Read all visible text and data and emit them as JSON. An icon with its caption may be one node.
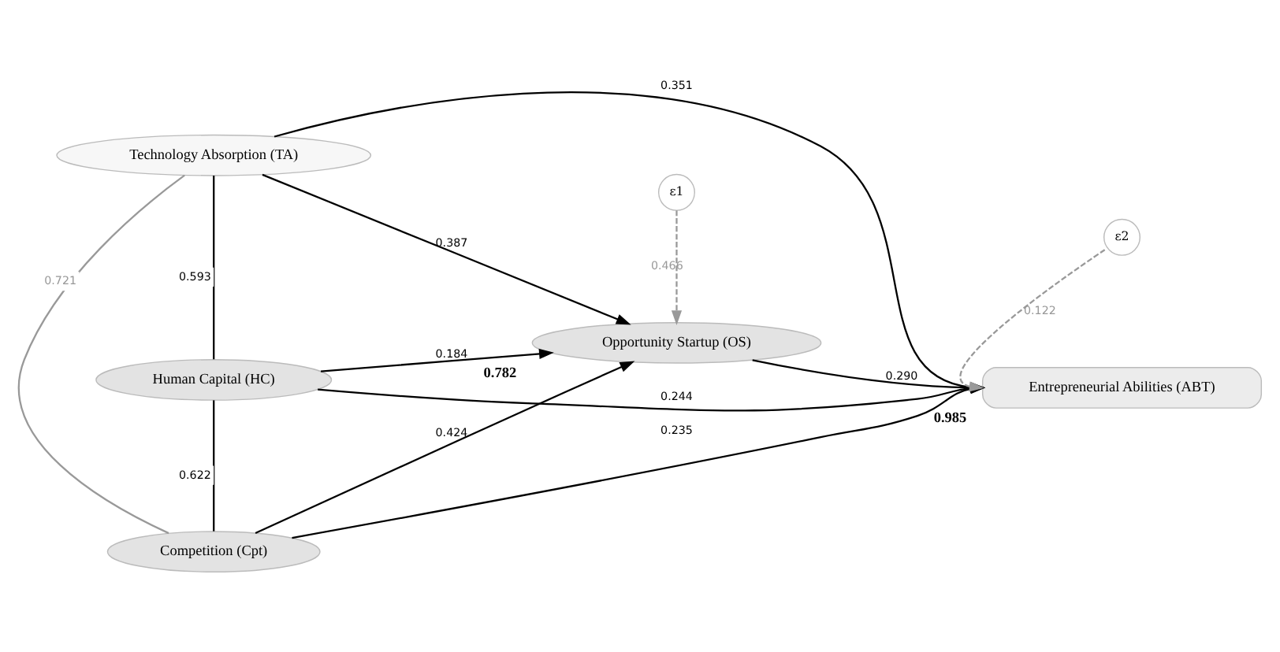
{
  "diagram": {
    "nodes": [
      {
        "text": [
          "Technology Absorption (TA)"
        ]
      },
      {
        "text": [
          "Human Capital (HC)"
        ]
      },
      {
        "text": [
          "Competition (Cpt)"
        ]
      },
      {
        "text": [
          "Opportunity Startup (OS)"
        ],
        "beside": [
          "0.782"
        ]
      },
      {
        "text": [
          "Entrepreneurial Abilities (ABT)"
        ],
        "beside": [
          "0.985"
        ]
      },
      {
        "text": [
          "ε1"
        ]
      },
      {
        "text": [
          "ε2"
        ]
      }
    ],
    "edges": [
      {
        "from": 0,
        "to": 1,
        "arrow": "none",
        "label": "0.593"
      },
      {
        "from": 1,
        "to": 2,
        "arrow": "none",
        "label": "0.622"
      },
      {
        "from": 0,
        "to": 2,
        "arrow": "none",
        "label": "0.721",
        "color": "#999999"
      },
      {
        "from": 0,
        "to": 3,
        "arrow": "to",
        "label": "0.387"
      },
      {
        "from": 0,
        "to": 4,
        "arrow": "to",
        "label": "0.351"
      },
      {
        "from": 1,
        "to": 4,
        "arrow": "to",
        "label": "0.244"
      },
      {
        "from": 1,
        "to": 3,
        "arrow": "to",
        "label": "0.184"
      },
      {
        "from": 3,
        "to": 4,
        "arrow": "to",
        "label": "0.290"
      },
      {
        "from": 2,
        "to": 3,
        "arrow": "to",
        "label": "0.424"
      },
      {
        "from": 2,
        "to": 4,
        "arrow": "to",
        "label": "0.235"
      },
      {
        "from": 5,
        "to": 3,
        "arrow": "to",
        "label": "0.466",
        "style": "dashed",
        "color": "#999999"
      },
      {
        "from": 6,
        "to": 4,
        "arrow": "to",
        "label": "0.122",
        "style": "dashed",
        "color": "#999999"
      }
    ]
  }
}
